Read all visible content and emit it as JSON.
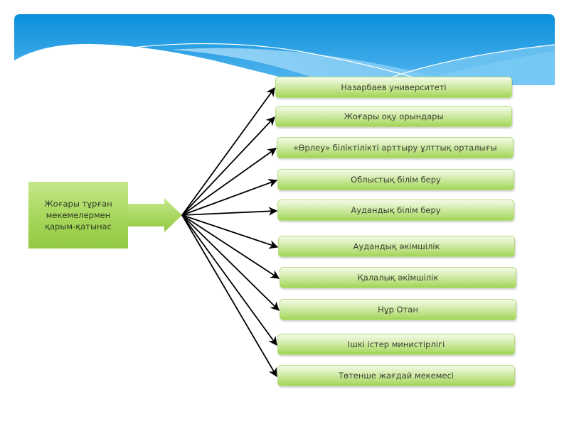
{
  "diagram": {
    "source": {
      "label": "Жоғары тұрған\nмекемелермен\nқарым-қатынас"
    },
    "targets": [
      {
        "label": "Назарбаев университеті"
      },
      {
        "label": "Жоғары оқу орындары"
      },
      {
        "label": "«Өрлеу» біліктілікті арттыру ұлттық орталығы"
      },
      {
        "label": "Облыстық білім беру"
      },
      {
        "label": "Аудандық білім беру"
      },
      {
        "label": "Аудандық әкімшілік"
      },
      {
        "label": "Қалалық әкімшілік"
      },
      {
        "label": "Нұр Отан"
      },
      {
        "label": "Ішкі істер министірлігі"
      },
      {
        "label": "Төтенше жағдай мекемесі"
      }
    ]
  },
  "colors": {
    "banner_top": "#0a8fdc",
    "banner_bottom": "#8fd0f7",
    "box_green": "#a6d65a",
    "arrow": "#000000"
  }
}
